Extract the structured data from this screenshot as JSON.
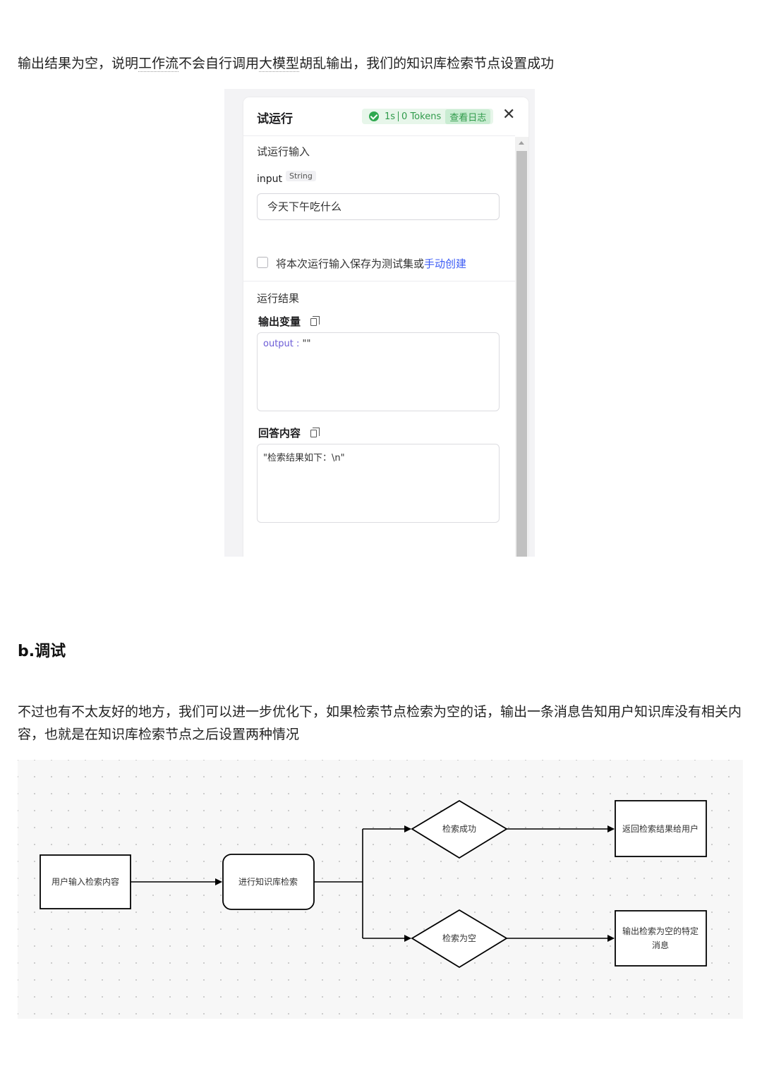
{
  "article": {
    "para1_a": "输出结果为空，说明",
    "para1_b": "工作流",
    "para1_c": "不会自行调用",
    "para1_d": "大模型",
    "para1_e": "胡乱输出，我们的知识库检索节点设置成功",
    "heading": "b.调试",
    "para2": "不过也有不太友好的地方，我们可以进一步优化下，如果检索节点检索为空的话，输出一条消息告知用户知识库没有相关内容，也就是在知识库检索节点之后设置两种情况"
  },
  "panel": {
    "title": "试运行",
    "status_time": "1s",
    "status_tokens": "0 Tokens",
    "status_log": "查看日志",
    "close_glyph": "✕",
    "input_section": "试运行输入",
    "input_name": "input",
    "input_type": "String",
    "input_value": "今天下午吃什么",
    "save_text": "将本次运行输入保存为测试集或",
    "save_link": "手动创建",
    "result_section": "运行结果",
    "output_label": "输出变量",
    "output_key": "output",
    "output_colon": " : ",
    "output_value": "\"\"",
    "answer_label": "回答内容",
    "answer_value": "\"检索结果如下：\\n\""
  },
  "flowchart": {
    "start": "用户输入检索内容",
    "process": "进行知识库检索",
    "decision_success": "检索成功",
    "decision_empty": "检索为空",
    "result_success": "返回检索结果给用户",
    "result_empty_line1": "输出检索为空的特定",
    "result_empty_line2": "消息"
  }
}
